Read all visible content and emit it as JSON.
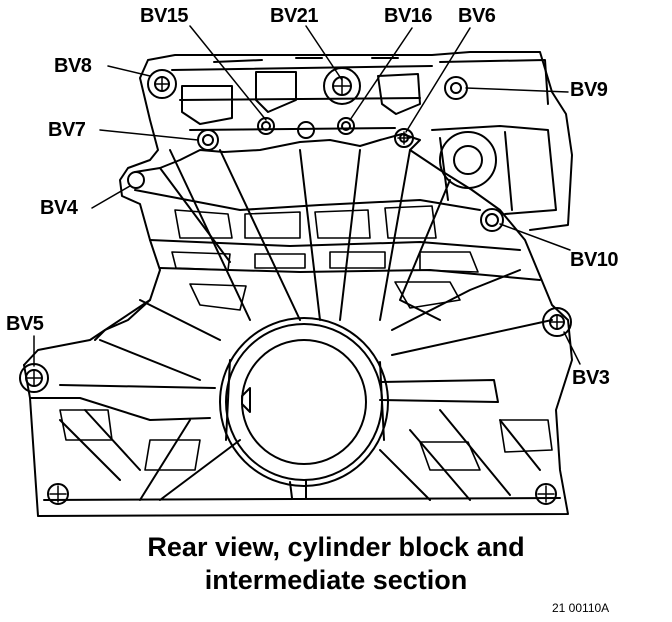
{
  "labels": {
    "bv15": "BV15",
    "bv21": "BV21",
    "bv16": "BV16",
    "bv6": "BV6",
    "bv8": "BV8",
    "bv9": "BV9",
    "bv7": "BV7",
    "bv4": "BV4",
    "bv10": "BV10",
    "bv5": "BV5",
    "bv3": "BV3"
  },
  "caption": {
    "line1": "Rear view, cylinder block and",
    "line2": "intermediate section"
  },
  "figure_code": "21 00110A",
  "colors": {
    "ink": "#000000",
    "paper": "#ffffff"
  }
}
